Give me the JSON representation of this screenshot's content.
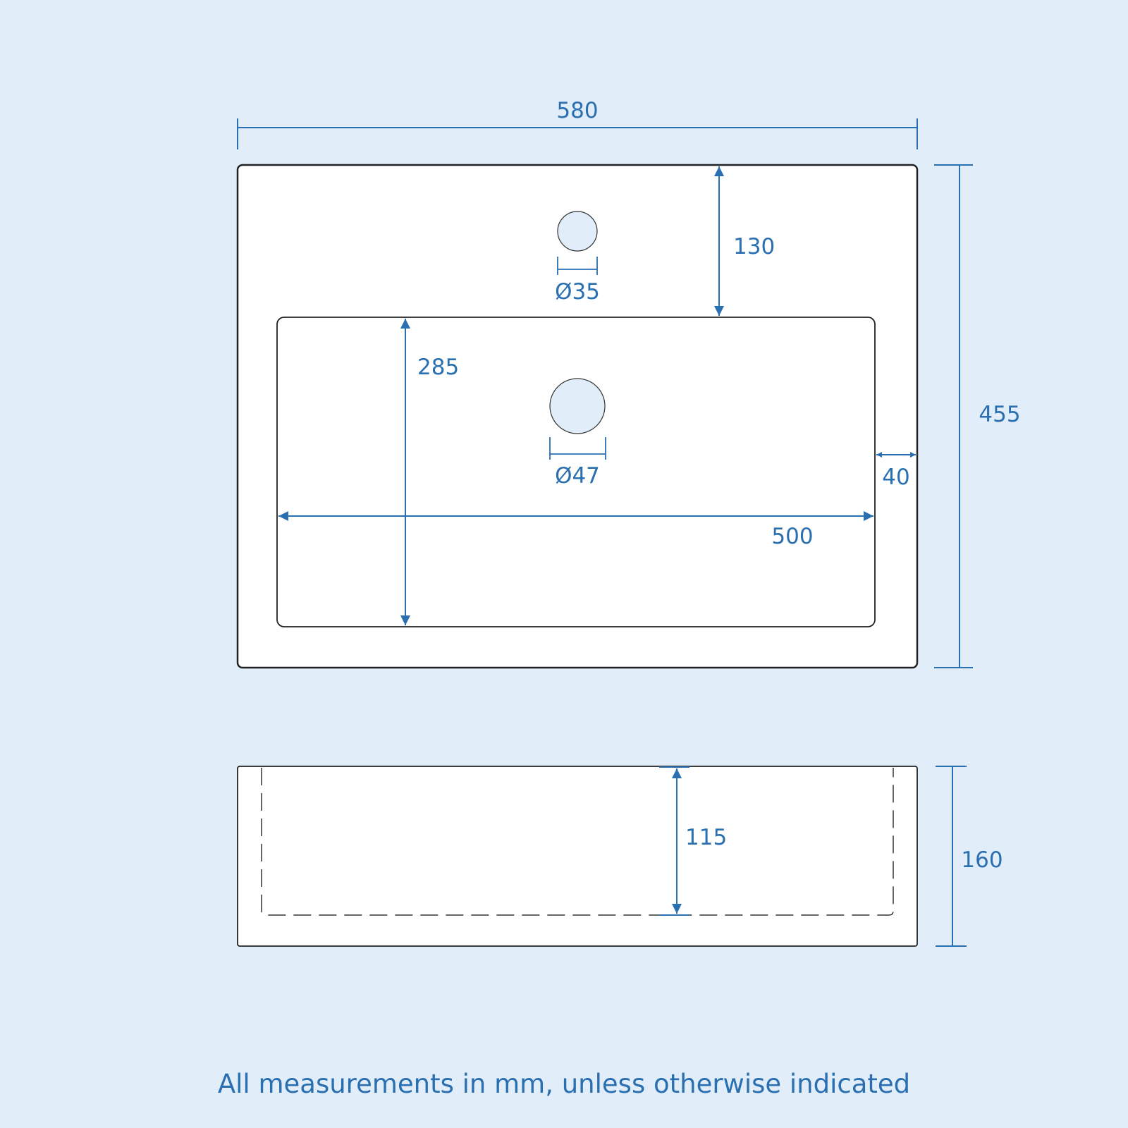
{
  "diagram": {
    "title": "Basin technical drawing",
    "colors": {
      "background": "#e1edf9",
      "dimension": "#2a6fb0",
      "outline": "#222222",
      "fill": "#ffffff",
      "hole_fill": "#e1edf9"
    },
    "top_view": {
      "overall_width": "580",
      "overall_depth": "455",
      "tap_hole_setback": "130",
      "tap_hole_diameter": "Ø35",
      "bowl_depth": "285",
      "waste_diameter": "Ø47",
      "bowl_width": "500",
      "side_rim": "40"
    },
    "side_view": {
      "overall_height": "160",
      "bowl_height": "115"
    },
    "footer_note": "All measurements in mm, unless otherwise indicated"
  }
}
